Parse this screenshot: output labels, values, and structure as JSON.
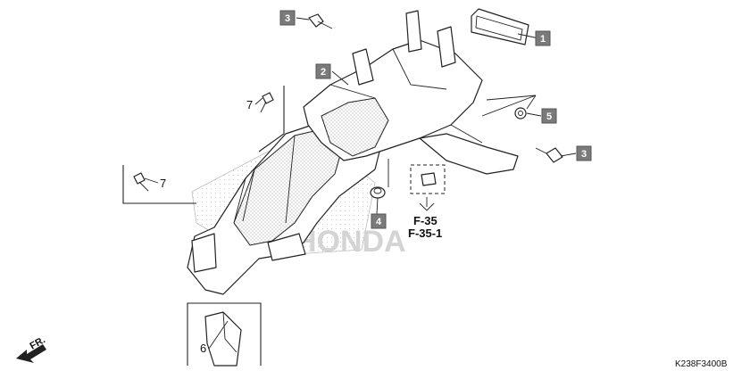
{
  "diagram": {
    "callouts": [
      {
        "id": "1",
        "boxed": true
      },
      {
        "id": "2",
        "boxed": true
      },
      {
        "id": "3",
        "boxed": true
      },
      {
        "id": "3",
        "boxed": true
      },
      {
        "id": "4",
        "boxed": true
      },
      {
        "id": "5",
        "boxed": true
      },
      {
        "id": "6",
        "boxed": false
      },
      {
        "id": "7",
        "boxed": false
      },
      {
        "id": "7",
        "boxed": false
      }
    ],
    "references": [
      "F-35",
      "F-35-1"
    ],
    "direction_label": "FR.",
    "drawing_code": "K238F3400B",
    "watermark": "HONDA"
  }
}
